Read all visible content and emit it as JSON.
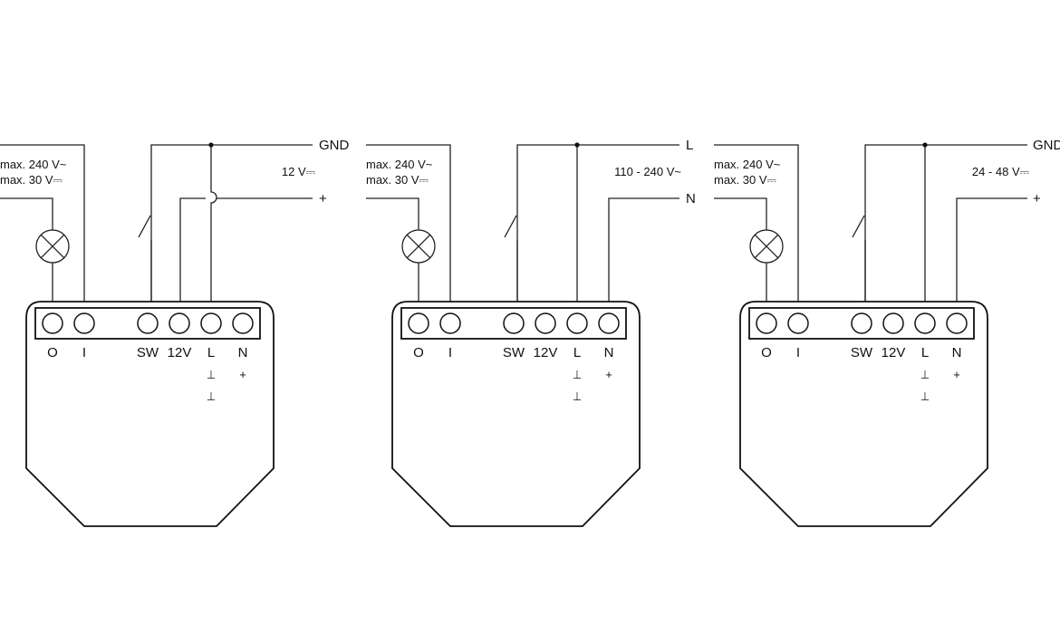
{
  "terminals": [
    "O",
    "I",
    "SW",
    "12V",
    "L",
    "N"
  ],
  "load_label_ac": "max. 240 V~",
  "load_label_dc": "max. 30 V⎓",
  "ground_mark": "⊥",
  "plus_mark": "+",
  "diagrams": [
    {
      "top_line_label": "GND",
      "bottom_line_label": "+",
      "supply_label": "12 V⎓",
      "l_marks": [
        "⊥",
        "⊥"
      ],
      "n_mark": "+"
    },
    {
      "top_line_label": "L",
      "bottom_line_label": "N",
      "supply_label": "110 - 240 V~",
      "l_marks": [
        "⊥",
        "⊥"
      ],
      "n_mark": "+"
    },
    {
      "top_line_label": "GND",
      "bottom_line_label": "+",
      "supply_label": "24 - 48 V⎓",
      "l_marks": [
        "⊥",
        "⊥"
      ],
      "n_mark": "+"
    }
  ]
}
